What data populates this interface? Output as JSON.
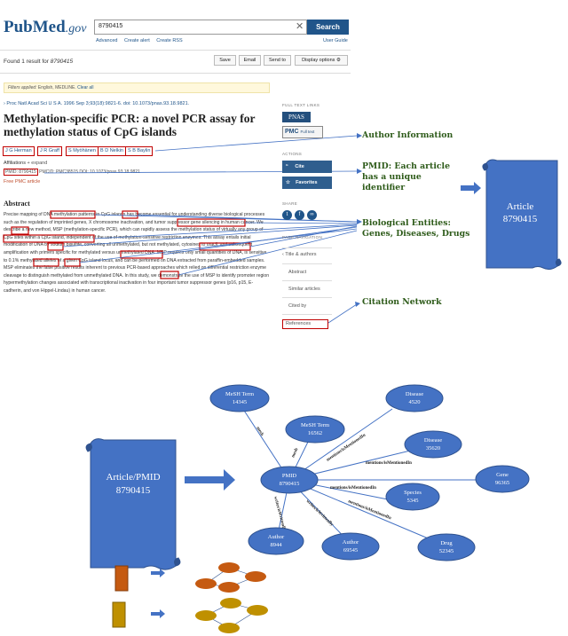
{
  "pubmed": {
    "logo_main": "PubMed",
    "logo_gov": ".gov",
    "search_value": "8790415",
    "search_button": "Search",
    "advanced": "Advanced",
    "create_alert": "Create alert",
    "create_rss": "Create RSS",
    "user_guide": "User Guide",
    "found_prefix": "Found 1 result for",
    "found_term": "8790415",
    "save": "Save",
    "email": "Email",
    "send_to": "Send to",
    "display_options": "Display options",
    "filters_label": "Filters applied:",
    "filters_value": "English, MEDLINE.",
    "clear_all": "Clear all",
    "journal": "Proc Natl Acad Sci U S A. 1996 Sep 3;93(18):9821-6. doi: 10.1073/pnas.93.18.9821.",
    "title": "Methylation-specific PCR: a novel PCR assay for methylation status of CpG islands",
    "authors": [
      "J G Herman",
      "J R Graff",
      "S Myöhänen",
      "B D Nelkin",
      "S B Baylin"
    ],
    "affiliations": "Affiliations",
    "expand": "+ expand",
    "pmid": "PMID: 8790415",
    "pmcid_doi": "PMCID: PMC38515   DOI: 10.1073/pnas.93.18.9821",
    "free_pmc": "Free PMC article",
    "abstract_heading": "Abstract",
    "abstract_text": "Precise mapping of DNA methylation patterns in CpG islands has become essential for understanding diverse biological processes such as the regulation of imprinted genes, X chromosome inactivation, and tumor suppressor gene silencing in human cancer. We describe a new method, MSP (methylation-specific PCR), which can rapidly assess the methylation status of virtually any group of CpG sites within a CpG island, independent of the use of methylation-sensitive restriction enzymes. This assay entails initial modification of DNA by sodium bisulfite, converting all unmethylated, but not methylated, cytosines to uracil, and subsequent amplification with primers specific for methylated versus unmethylated DNA. MSP requires only small quantities of DNA, is sensitive to 0.1% methylated alleles of a given CpG island locus, and can be performed on DNA extracted from paraffin-embedded samples. MSP eliminates the false positive results inherent to previous PCR-based approaches which relied on differential restriction enzyme cleavage to distinguish methylated from unmethylated DNA. In this study, we demonstrate the use of MSP to identify promoter region hypermethylation changes associated with transcriptional inactivation in four important tumor suppressor genes (p16, p15, E-cadherin, and von Hippel-Lindau) in human cancer.",
    "full_text_links": "FULL TEXT LINKS",
    "pnas": "PNAS",
    "pmc": "PMC",
    "pmc_sub": "Full text",
    "actions": "ACTIONS",
    "cite": "Cite",
    "favorites": "Favorites",
    "share": "SHARE",
    "page_navigation": "PAGE NAVIGATION",
    "nav_items": [
      "Title & authors",
      "Abstract",
      "Similar articles",
      "Cited by",
      "References"
    ]
  },
  "annotations": {
    "author_info": "Author Information",
    "pmid_desc": "PMID: Each article has a unique identifier",
    "bio_entities": "Biological Entities: Genes, Diseases, Drugs",
    "citation": "Citation Network"
  },
  "scroll_box": {
    "line1": "Article",
    "line2": "8790415"
  },
  "graph": {
    "article_box_line1": "Article/PMID",
    "article_box_line2": "8790415",
    "nodes": [
      {
        "id": "pmid",
        "line1": "PMID",
        "line2": "8790415"
      },
      {
        "id": "mesh1",
        "line1": "MeSH Term",
        "line2": "14345"
      },
      {
        "id": "mesh2",
        "line1": "MeSH Term",
        "line2": "16562"
      },
      {
        "id": "disease1",
        "line1": "Disease",
        "line2": "4520"
      },
      {
        "id": "disease2",
        "line1": "Disease",
        "line2": "35620"
      },
      {
        "id": "gene",
        "line1": "Gene",
        "line2": "96365"
      },
      {
        "id": "species",
        "line1": "Species",
        "line2": "5345"
      },
      {
        "id": "drug",
        "line1": "Drug",
        "line2": "52345"
      },
      {
        "id": "author1",
        "line1": "Author",
        "line2": "69545"
      },
      {
        "id": "author2",
        "line1": "Author",
        "line2": "8944"
      }
    ],
    "edges": {
      "mesh_a": "mesh",
      "mesh_b": "mesh",
      "mentions1": "mentions/isMentionedIn",
      "mentions2": "mentions/isMentionedIn",
      "mentions3": "mentions/isMentionedIn",
      "mentions4": "mentions/isMentionedIn",
      "mentions5": "mentions/isMentionedIn",
      "writes1": "writes/isWrittenBy",
      "writes2": "writes/isWrittenBy"
    }
  },
  "colors": {
    "node_blue": "#4472c4",
    "highlight_red": "#c00000",
    "annotation_green": "#2e5b1a",
    "legend_orange": "#c55a11",
    "legend_gold": "#bf9000"
  }
}
